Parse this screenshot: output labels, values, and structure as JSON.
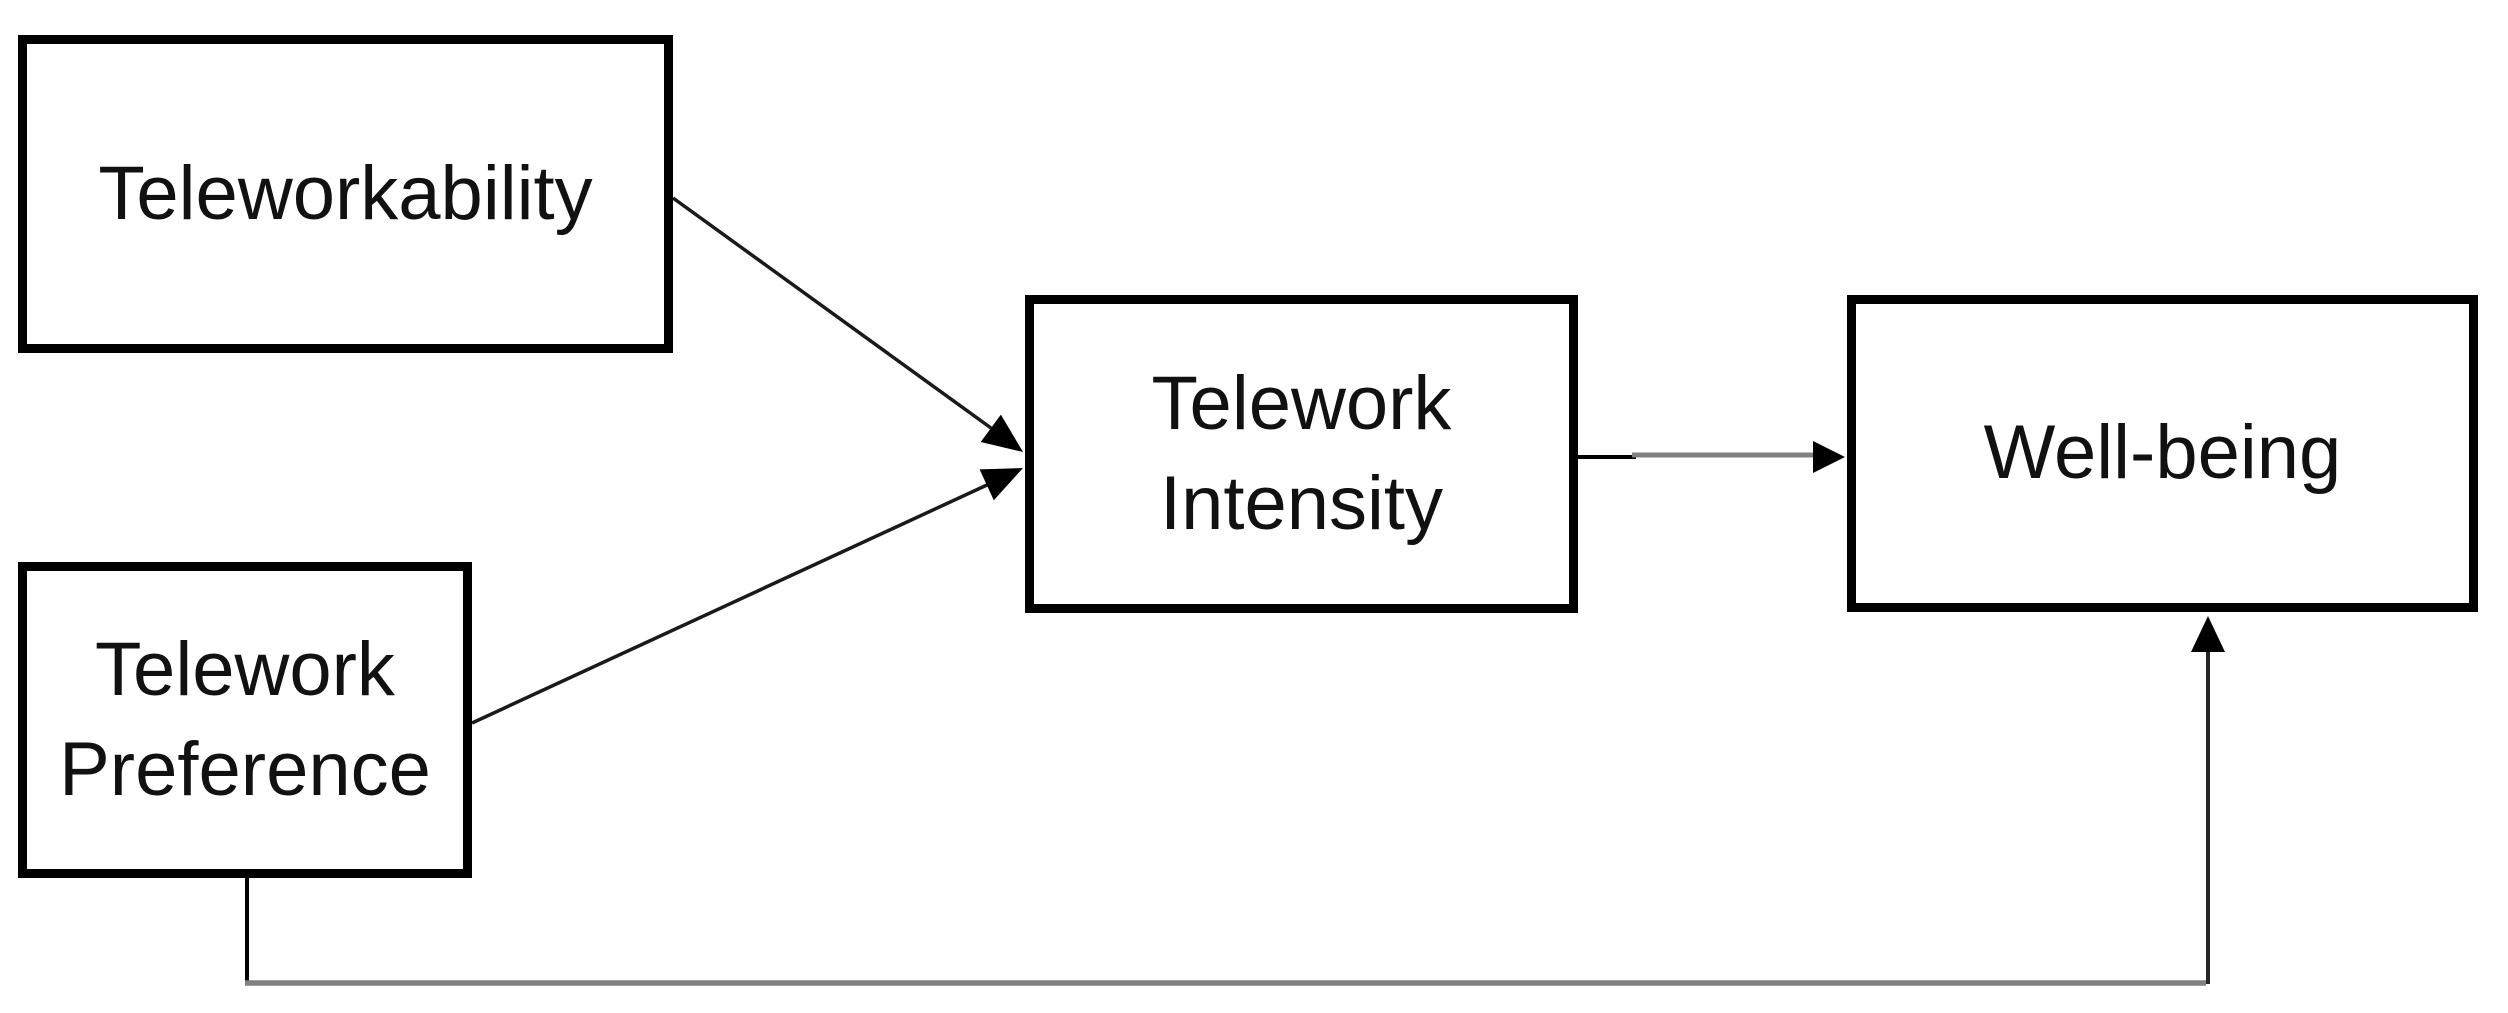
{
  "diagram": {
    "nodes": {
      "teleworkability": {
        "label": "Teleworkability"
      },
      "telework_preference": {
        "line1": "Telework",
        "line2": "Preference"
      },
      "telework_intensity": {
        "line1": "Telework",
        "line2": "Intensity"
      },
      "well_being": {
        "label": "Well-being"
      }
    },
    "edges": [
      {
        "from": "Teleworkability",
        "to": "Telework Intensity",
        "style": "straight black arrow into left edge"
      },
      {
        "from": "Telework Preference",
        "to": "Telework Intensity",
        "style": "straight black arrow into left edge"
      },
      {
        "from": "Telework Intensity",
        "to": "Well-being",
        "style": "horizontal arrow, black near source then gray, black arrowhead"
      },
      {
        "from": "Telework Preference",
        "to": "Well-being",
        "style": "elbow: black stub down, long gray horizontal run, dark vertical up, black arrowhead into bottom edge"
      }
    ],
    "colors": {
      "background": "#ffffff",
      "box_border": "#000000",
      "text": "#111111",
      "arrow_black": "#1a1a1a",
      "arrow_gray": "#808080",
      "arrow_dark_vertical": "#262626"
    }
  }
}
